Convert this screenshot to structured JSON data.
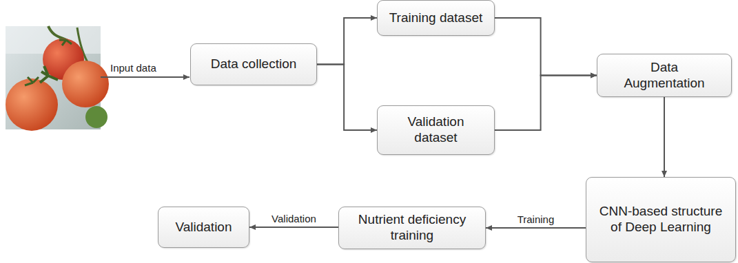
{
  "diagram": {
    "nodes": [
      {
        "text": [
          "Data collection"
        ]
      },
      {
        "text": [
          "Training dataset"
        ]
      },
      {
        "text": [
          "Validation dataset"
        ]
      },
      {
        "text": [
          "Data Augmentation"
        ]
      },
      {
        "text": [
          "CNN-based structure of Deep Learning"
        ]
      },
      {
        "text": [
          "Nutrient deficiency training"
        ]
      },
      {
        "text": [
          "Validation"
        ]
      }
    ],
    "edges": [
      {
        "from": 0,
        "to": 1,
        "arrow": "to"
      },
      {
        "from": 0,
        "to": 2,
        "arrow": "to"
      },
      {
        "from": 1,
        "to": 3,
        "arrow": "to"
      },
      {
        "from": 2,
        "to": 3,
        "arrow": "to"
      },
      {
        "from": 3,
        "to": 4,
        "arrow": "to"
      },
      {
        "from": 4,
        "to": 5,
        "label": "Training",
        "arrow": "to"
      },
      {
        "from": 5,
        "to": 6,
        "label": "Validation",
        "arrow": "to"
      }
    ],
    "labels": [
      "Input data"
    ]
  }
}
